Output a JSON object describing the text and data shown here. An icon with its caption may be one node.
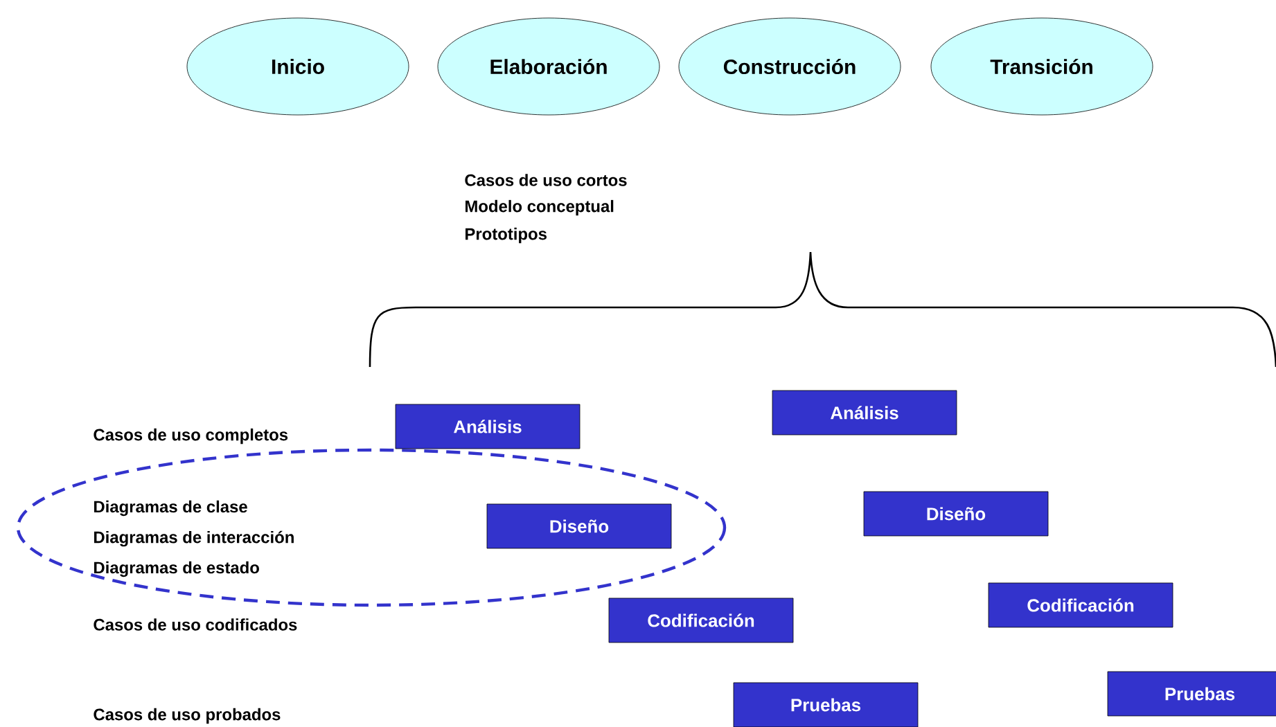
{
  "diagram": {
    "nodes": [
      {
        "text": [
          "Inicio"
        ]
      },
      {
        "text": [
          "Elaboración"
        ]
      },
      {
        "text": [
          "Construcción"
        ]
      },
      {
        "text": [
          "Transición"
        ]
      },
      {
        "text": [
          "Análisis"
        ]
      },
      {
        "text": [
          "Análisis"
        ]
      },
      {
        "text": [
          "Diseño"
        ]
      },
      {
        "text": [
          "Diseño"
        ]
      },
      {
        "text": [
          "Codificación"
        ]
      },
      {
        "text": [
          "Codificación"
        ]
      },
      {
        "text": [
          "Pruebas"
        ]
      },
      {
        "text": [
          "Pruebas"
        ]
      }
    ],
    "labels": [
      "Casos de uso cortos",
      "Modelo conceptual",
      "Prototipos",
      "Casos de uso completos",
      "Diagramas de clase",
      "Diagramas de interacción",
      "Diagramas de estado",
      "Casos de uso codificados",
      "Casos de uso probados"
    ]
  }
}
